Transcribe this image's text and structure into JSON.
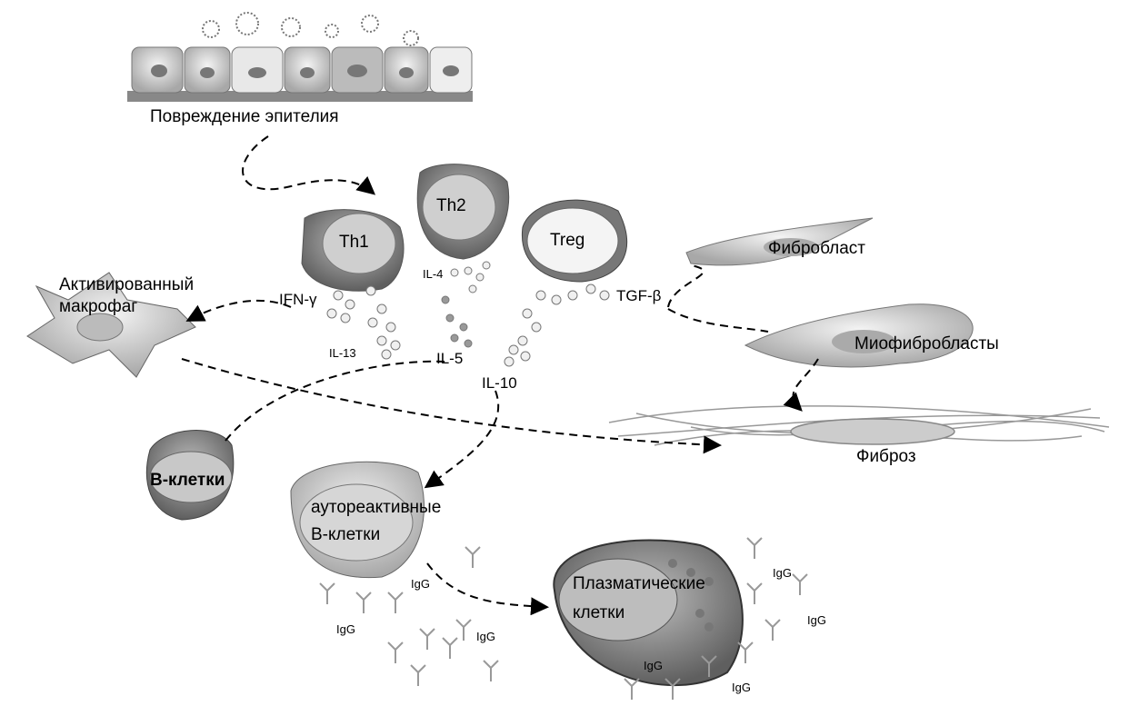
{
  "labels": {
    "epithelium": "Повреждение эпителия",
    "th1": "Th1",
    "th2": "Th2",
    "treg": "Treg",
    "fibroblast": "Фибробласт",
    "myofibroblasts": "Миофибробласты",
    "fibrosis": "Фиброз",
    "macrophage_line1": "Активированный",
    "macrophage_line2": "макрофаг",
    "ifn": "IFN-γ",
    "il13": "IL-13",
    "il4": "IL-4",
    "il5": "IL-5",
    "il10": "IL-10",
    "tgf": "TGF-β",
    "bcells": "B-клетки",
    "autoreactive_line1": "аутореактивные",
    "autoreactive_line2": "B-клетки",
    "plasma_line1": "Плазматические",
    "plasma_line2": "клетки",
    "igg": [
      "IgG",
      "IgG",
      "IgG",
      "IgG",
      "IgG",
      "IgG",
      "IgG"
    ]
  },
  "colors": {
    "cell_fill": "#d9d9d9",
    "cell_dark": "#8c8c8c",
    "arrow": "#000000"
  }
}
